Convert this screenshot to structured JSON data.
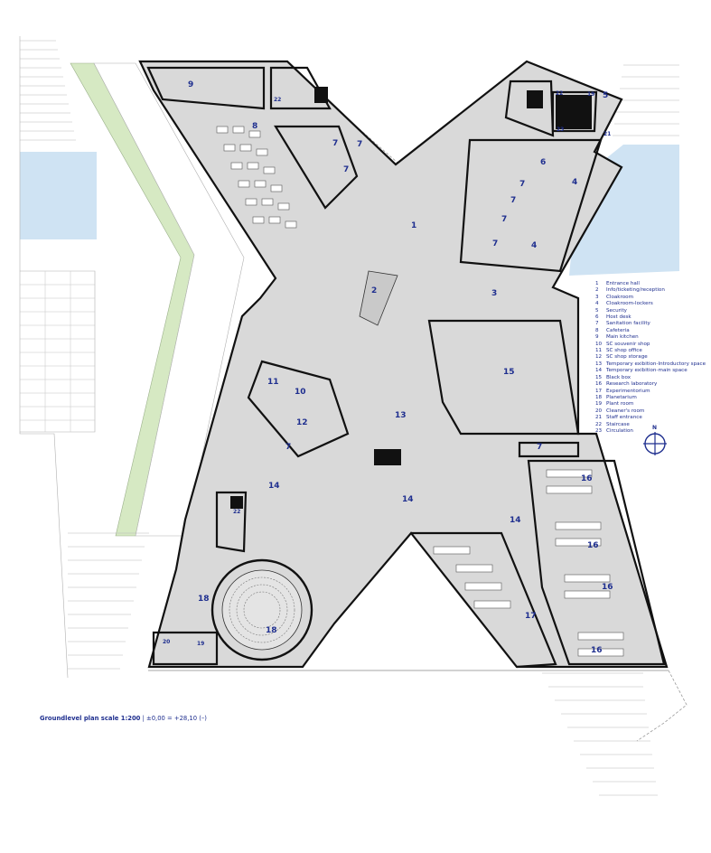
{
  "drawing": {
    "caption_bold": "Groundlevel plan scale 1:200",
    "caption_rest": " | ±0,00 = +28,10 (–)",
    "north_label": "N"
  },
  "colors": {
    "floor": "#d9d9d9",
    "wall": "#111111",
    "water": "#cfe3f3",
    "grass": "#d6e9c3",
    "label": "#1f2f8f"
  },
  "legend": [
    {
      "n": "1",
      "label": "Entrance hall"
    },
    {
      "n": "2",
      "label": "Info/ticketing/reception"
    },
    {
      "n": "3",
      "label": "Cloakroom"
    },
    {
      "n": "4",
      "label": "Cloakroom-lockers"
    },
    {
      "n": "5",
      "label": "Security"
    },
    {
      "n": "6",
      "label": "Host desk"
    },
    {
      "n": "7",
      "label": "Sanitation facility"
    },
    {
      "n": "8",
      "label": "Cafeteria"
    },
    {
      "n": "9",
      "label": "Main kitchen"
    },
    {
      "n": "10",
      "label": "SC souvenir shop"
    },
    {
      "n": "11",
      "label": "SC shop office"
    },
    {
      "n": "12",
      "label": "SC shop storage"
    },
    {
      "n": "13",
      "label": "Temporary exibition-Introductory space"
    },
    {
      "n": "14",
      "label": "Temporary exibition-main space"
    },
    {
      "n": "15",
      "label": "Black box"
    },
    {
      "n": "16",
      "label": "Research laboratory"
    },
    {
      "n": "17",
      "label": "Experimentorium"
    },
    {
      "n": "18",
      "label": "Planetarium"
    },
    {
      "n": "19",
      "label": "Plant room"
    },
    {
      "n": "20",
      "label": "Cleaner's room"
    },
    {
      "n": "21",
      "label": "Staff entrance"
    },
    {
      "n": "22",
      "label": "Staircase"
    },
    {
      "n": "23",
      "label": "Circulation"
    }
  ],
  "room_labels": [
    "1",
    "2",
    "3",
    "4",
    "4",
    "5",
    "6",
    "7",
    "7",
    "7",
    "7",
    "7",
    "7",
    "7",
    "7",
    "7",
    "8",
    "9",
    "10",
    "11",
    "12",
    "13",
    "14",
    "14",
    "14",
    "15",
    "16",
    "16",
    "16",
    "16",
    "17",
    "18",
    "18",
    "19",
    "19",
    "20",
    "21",
    "22",
    "22",
    "22",
    "23"
  ]
}
